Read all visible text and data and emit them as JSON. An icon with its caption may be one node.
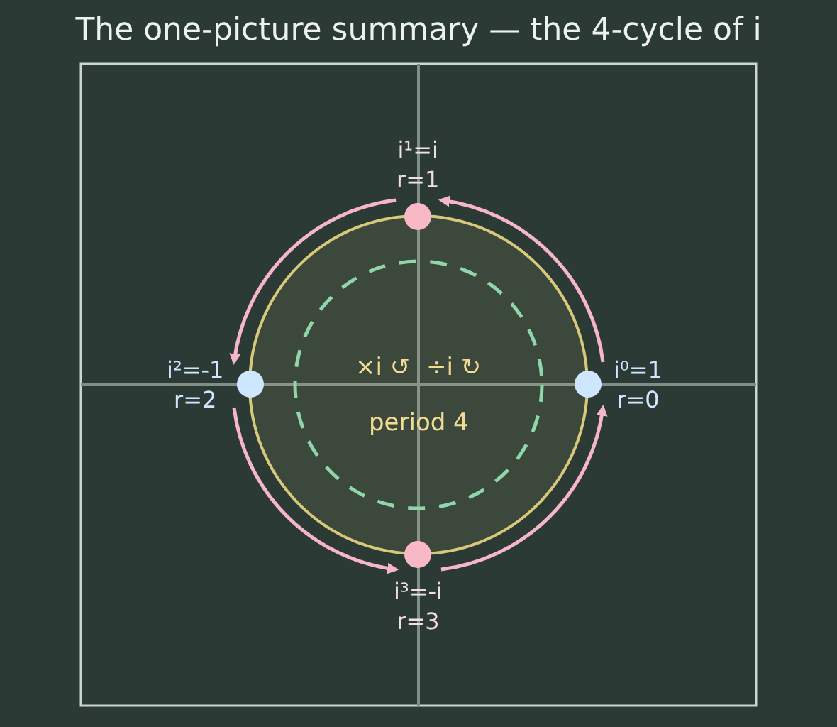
{
  "diagram": {
    "title": "The one-picture summary — the 4-cycle of i",
    "nodes": [
      {
        "text": [
          "i¹=i",
          "r=1"
        ]
      },
      {
        "text": [
          "i²=-1",
          "r=2"
        ]
      },
      {
        "text": [
          "i⁰=1",
          "r=0"
        ]
      },
      {
        "text": [
          "i³=-i",
          "r=3"
        ]
      }
    ],
    "edges": [
      {
        "from": 2,
        "to": 0,
        "arrow": "to"
      },
      {
        "from": 0,
        "to": 1,
        "arrow": "to"
      },
      {
        "from": 1,
        "to": 3,
        "arrow": "to"
      },
      {
        "from": 3,
        "to": 2,
        "arrow": "to"
      }
    ],
    "labels": [
      "×i ↺",
      "÷i ↻",
      "period 4"
    ]
  }
}
